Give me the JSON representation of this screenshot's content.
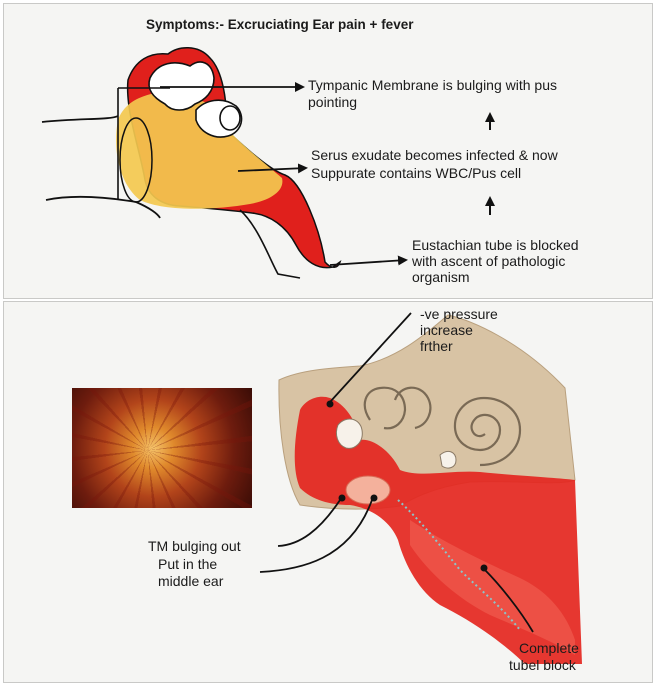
{
  "top": {
    "title": "Symptoms:- Excruciating Ear pain + fever",
    "label1_line1": "Tympanic Membrane is bulging with pus",
    "label1_line2": "pointing",
    "label2_line1": "Serus exudate becomes infected & now",
    "label2_line2": "Suppurate contains WBC/Pus cell",
    "label3_line1": "Eustachian tube is blocked",
    "label3_line2": "with ascent of pathologic",
    "label3_line3": "organism"
  },
  "bottom": {
    "pressure_line1": "-ve pressure",
    "pressure_line2": "increase",
    "pressure_line3": "frther",
    "tm_label": "TM bulging out",
    "pus_line1": "Put in the",
    "pus_line2": "middle ear",
    "block_line1": "Complete",
    "block_line2": "tubel block"
  },
  "colors": {
    "pus_yellow": "#f3c84f",
    "tissue_red": "#e0201c",
    "bone_beige": "#d8c3a4",
    "panel_bg": "#f5f5f3"
  }
}
